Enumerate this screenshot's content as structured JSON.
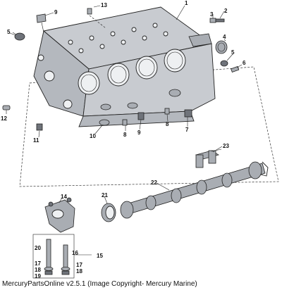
{
  "caption": "MercuryPartsOnline v2.5.1 (Image Copyright- Mercury Marine)",
  "callouts": {
    "c1": "1",
    "c2": "2",
    "c3": "3",
    "c4": "4",
    "c5a": "5",
    "c5b": "5",
    "c6": "6",
    "c7": "7",
    "c8a": "8",
    "c8b": "8",
    "c9a": "9",
    "c9b": "9",
    "c10": "10",
    "c11": "11",
    "c12": "12",
    "c13": "13",
    "c14": "14",
    "c15": "15",
    "c16": "16",
    "c17a": "17",
    "c17b": "17",
    "c18a": "18",
    "c18b": "18",
    "c19": "19",
    "c20": "20",
    "c21": "21",
    "c22": "22",
    "c23": "23"
  }
}
